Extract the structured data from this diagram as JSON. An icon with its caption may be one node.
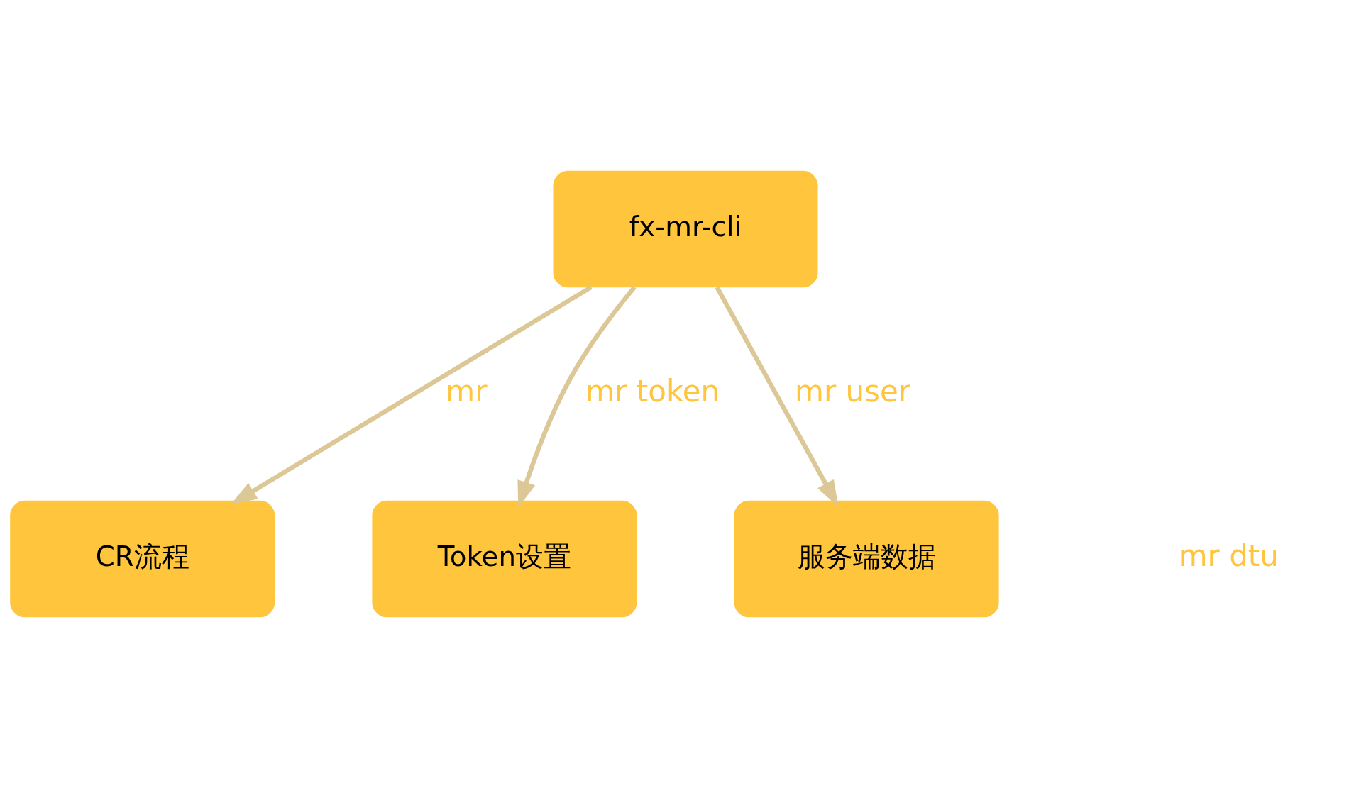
{
  "diagram": {
    "nodes": [
      {
        "text": [
          "fx-mr-cli"
        ]
      },
      {
        "text": [
          "CR流程"
        ]
      },
      {
        "text": [
          "Token设置"
        ]
      },
      {
        "text": [
          "服务端数据"
        ]
      }
    ],
    "edges": [
      {
        "from": 0,
        "to": 1,
        "arrow": "to",
        "label": "mr"
      },
      {
        "from": 0,
        "to": 2,
        "arrow": "to",
        "label": "mr token"
      },
      {
        "from": 0,
        "to": 3,
        "arrow": "to",
        "label": "mr user"
      }
    ],
    "labels": [
      "mr dtu"
    ]
  }
}
